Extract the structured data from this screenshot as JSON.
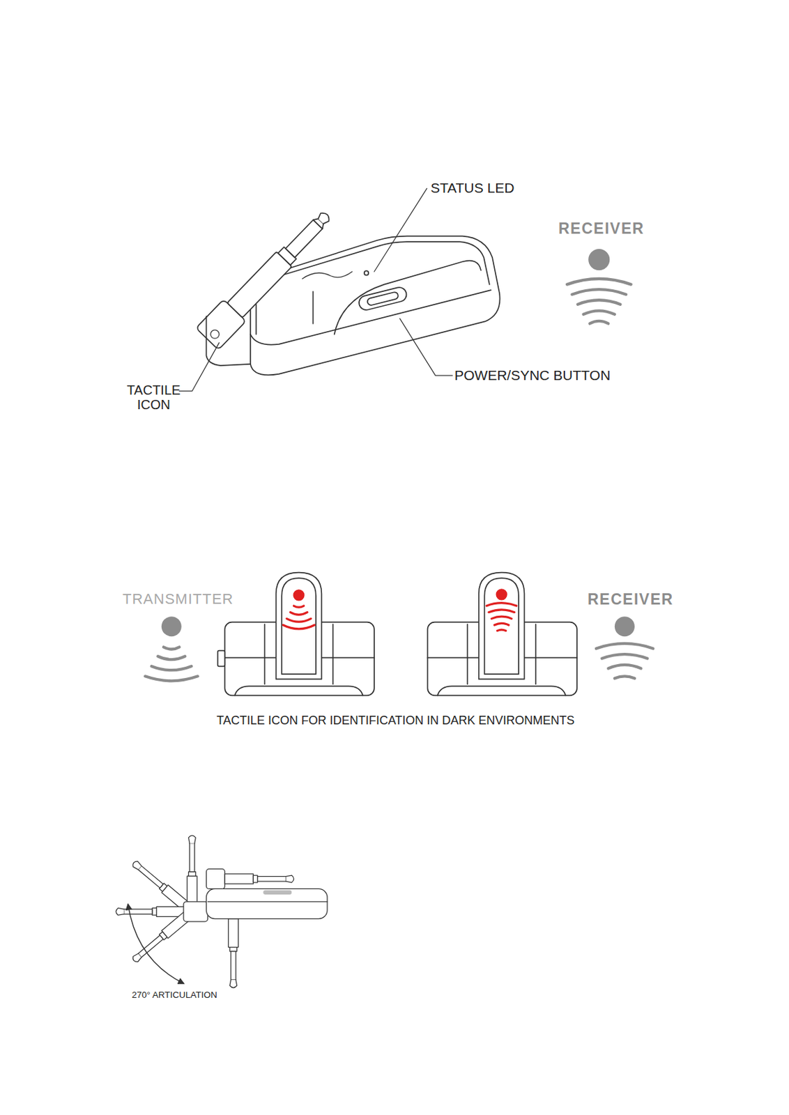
{
  "diagram": {
    "labels": [
      "STATUS LED",
      "RECEIVER",
      "TACTILE ICON",
      "POWER/SYNC BUTTON",
      "TRANSMITTER",
      "RECEIVER",
      "TACTILE ICON FOR IDENTIFICATION IN DARK ENVIRONMENTS",
      "270° ARTICULATION"
    ]
  }
}
